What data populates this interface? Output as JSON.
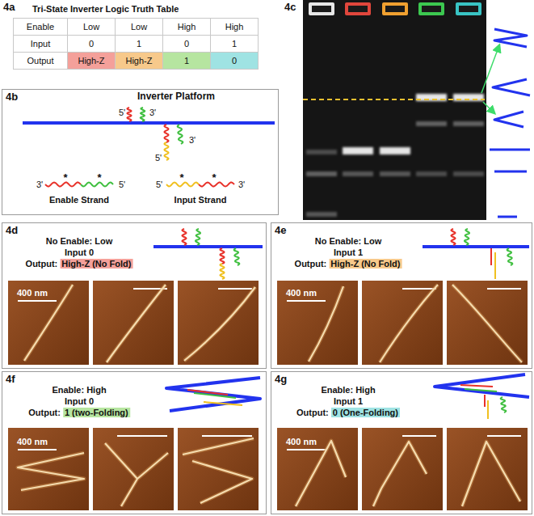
{
  "diagram": {
    "nodes": [
      {
        "text": [
          "4b",
          "Inverter Platform",
          "5'",
          "3'",
          "5'",
          "3'",
          "3'",
          "*",
          "*",
          "5'",
          "5'",
          "*",
          "*",
          "3'",
          "Enable Strand",
          "Input Strand"
        ]
      },
      {
        "text": [
          "4d",
          "No Enable: Low",
          "Input 0",
          "Output:",
          "High-Z (No Fold)",
          "400 nm"
        ]
      },
      {
        "text": [
          "4e",
          "No Enable: Low",
          "Input 1",
          "Output:",
          "High-Z (No Fold)",
          "400 nm"
        ]
      },
      {
        "text": [
          "4f",
          "Enable: High",
          "Input 0",
          "Output:",
          "1 (two-Folding)",
          "400 nm"
        ]
      },
      {
        "text": [
          "4g",
          "Enable: High",
          "Input 1",
          "Output:",
          "0 (One-Folding)",
          "400 nm"
        ]
      }
    ],
    "labels": [
      "4a",
      "Tri-State Inverter Logic Truth Table",
      "Enable",
      "Low",
      "Low",
      "High",
      "High",
      "Input",
      "0",
      "1",
      "0",
      "1",
      "Output",
      "High-Z",
      "High-Z",
      "1",
      "0",
      "4c"
    ]
  }
}
